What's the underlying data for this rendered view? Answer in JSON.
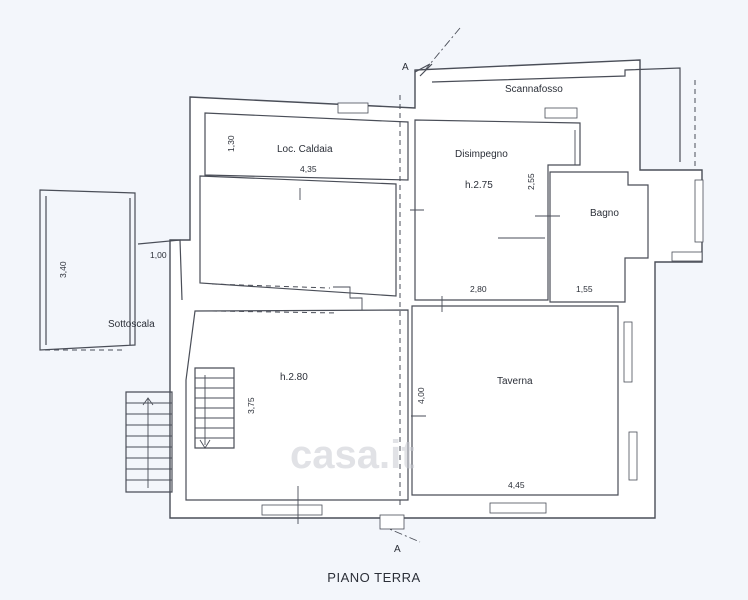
{
  "floor_title": "PIANO TERRA",
  "section_marker": "A",
  "watermark": "casa.it",
  "rooms": {
    "scannafosso": "Scannafosso",
    "caldaia": "Loc. Caldaia",
    "disimpegno": "Disimpegno",
    "disimpegno_height": "h.2.75",
    "bagno": "Bagno",
    "sottoscala": "Sottoscala",
    "main_height": "h.2.80",
    "taverna": "Taverna"
  },
  "dimensions": {
    "caldaia_h": "1,30",
    "caldaia_w": "4,35",
    "sottoscala_h": "3,40",
    "sottoscala_w": "1,00",
    "disimpegno_h": "2,55",
    "disimpegno_w": "2,80",
    "bagno_w": "1,55",
    "main_h": "3,75",
    "taverna_h": "4,00",
    "taverna_w": "4,45"
  }
}
